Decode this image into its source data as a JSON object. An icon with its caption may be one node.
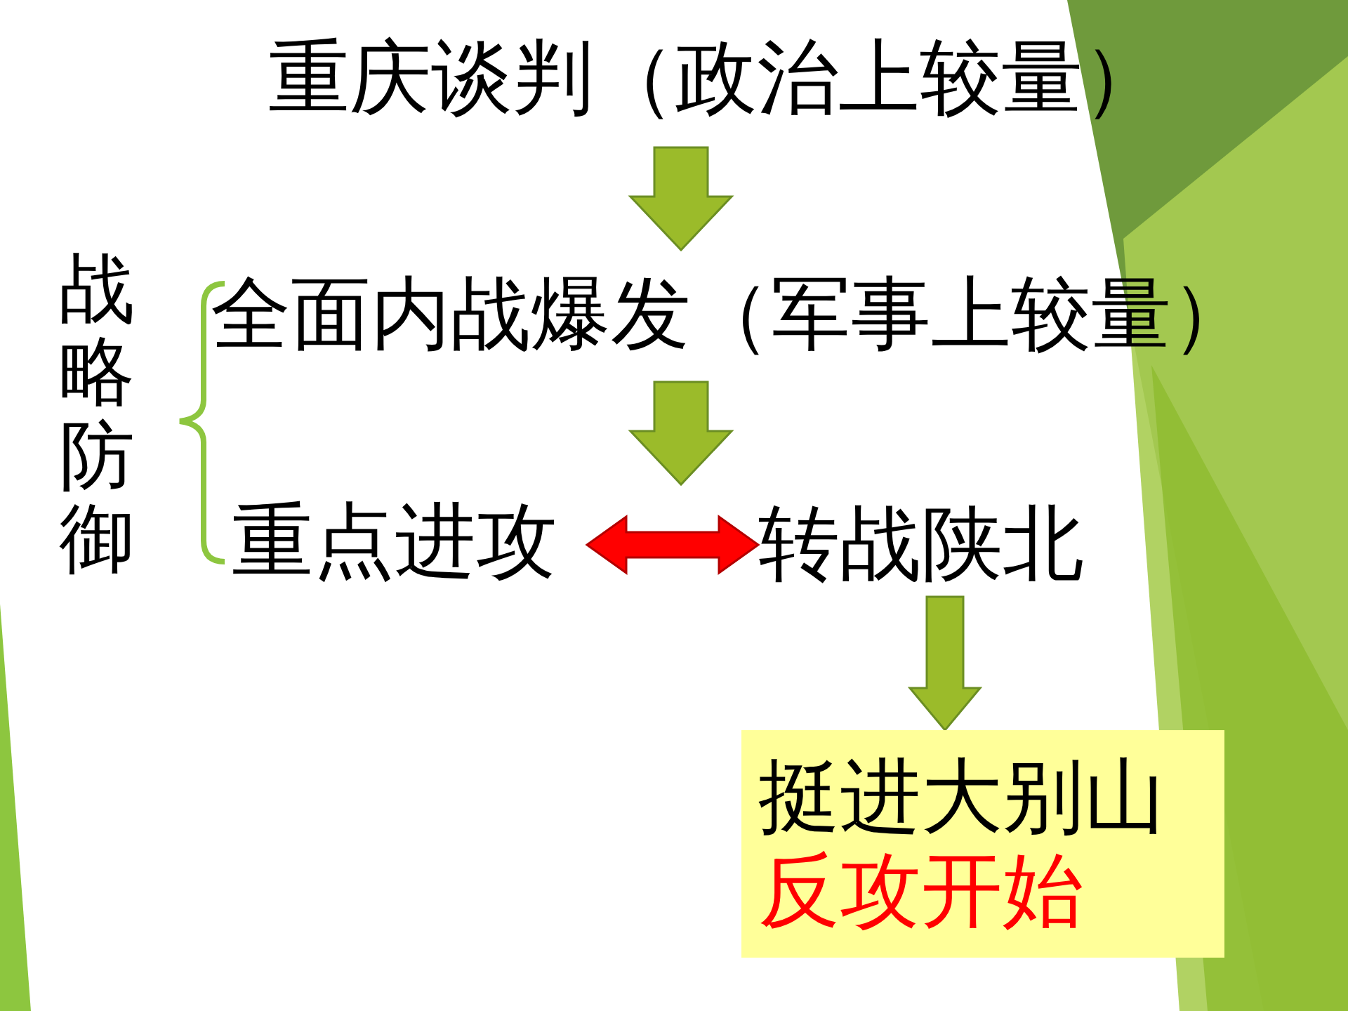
{
  "diagram": {
    "nodes": [
      {
        "text": [
          "重庆谈判（政治上较量）"
        ]
      },
      {
        "text": [
          "全面内战爆发（军事上较量）"
        ]
      },
      {
        "text": [
          "重点进攻"
        ]
      },
      {
        "text": [
          "转战陕北"
        ]
      },
      {
        "text": [
          "挺进大别山",
          "反攻开始"
        ]
      }
    ],
    "edges": [
      {
        "from": 0,
        "to": 1,
        "arrow": "to"
      },
      {
        "from": 1,
        "to": 2,
        "arrow": "to"
      },
      {
        "from": 2,
        "to": 3,
        "arrow": "both",
        "color": "#ff0000"
      },
      {
        "from": 3,
        "to": 4,
        "arrow": "to"
      }
    ],
    "labels": [
      "战略防御"
    ]
  }
}
